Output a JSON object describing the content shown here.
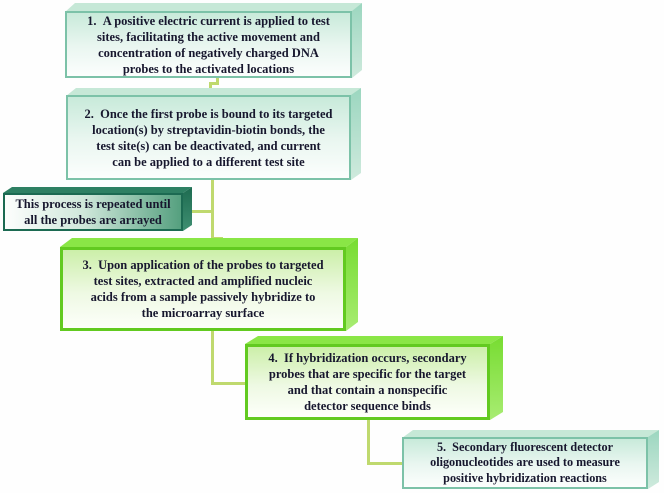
{
  "diagram": {
    "kind": "flowchart",
    "background": "#ffffff",
    "palette": {
      "mint_border": "#7cc2a8",
      "mint_fill_top": "#c8eada",
      "green_border": "#62ca20",
      "green_face": "#8ae646",
      "dark_note_border": "#1c6a52",
      "dark_note_fill": "#55a07f",
      "connector": "#bfd96e",
      "text": "#17172e"
    },
    "nodes": {
      "step1": {
        "style": "mint",
        "text": "1.  A positive electric current is applied to test\nsites, facilitating the active movement and\nconcentration of negatively charged DNA\nprobes to the activated locations"
      },
      "step2": {
        "style": "mint",
        "text": "2.  Once the first probe is bound to its targeted\nlocation(s) by streptavidin-biotin bonds, the\ntest site(s) can be deactivated, and current\ncan be applied to a different test site"
      },
      "repeat_note": {
        "style": "dark",
        "text": "This process is repeated until\nall the probes are arrayed"
      },
      "step3": {
        "style": "green",
        "text": "3.  Upon application of the probes to targeted\ntest sites, extracted and amplified nucleic\nacids from a sample passively hybridize to\nthe microarray surface"
      },
      "step4": {
        "style": "green",
        "text": "4.  If hybridization occurs, secondary\nprobes that are specific for the target\nand that contain a nonspecific\ndetector sequence binds"
      },
      "step5": {
        "style": "mint",
        "text": "5.  Secondary fluorescent detector\noligonucleotides are used to measure\npositive hybridization reactions"
      }
    }
  }
}
